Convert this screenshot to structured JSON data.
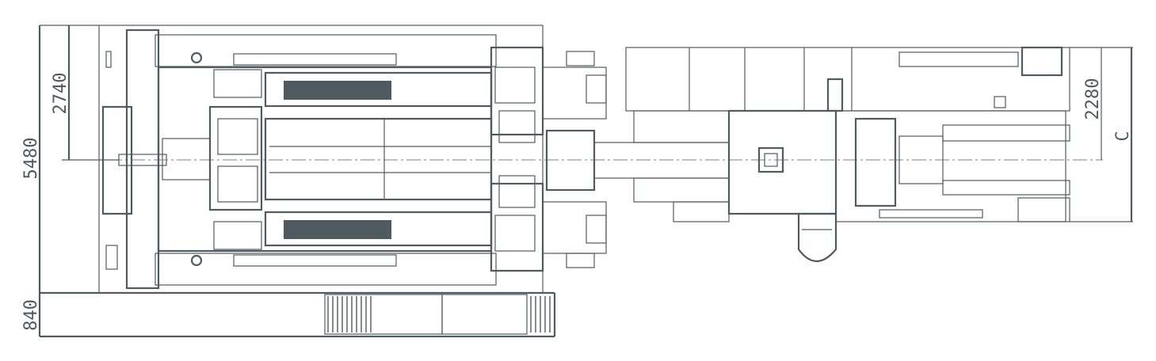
{
  "drawing": {
    "dimensions": {
      "overall_width": "5480",
      "half_width": "2740",
      "bottom_depth": "840",
      "right_half_width": "2280",
      "right_overall_label": "C"
    },
    "line_color": "#505b61"
  }
}
